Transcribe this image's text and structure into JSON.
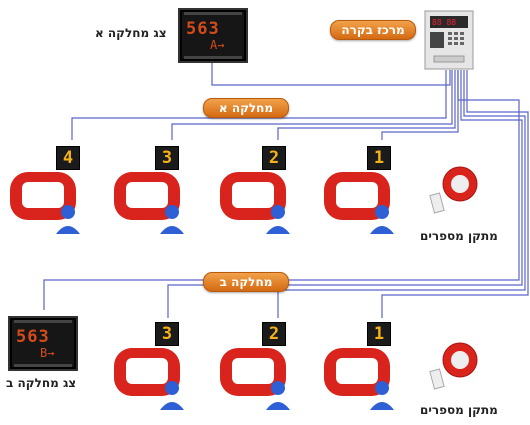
{
  "control_center": {
    "label": "מרכז בקרה"
  },
  "department_a": {
    "label": "מחלקה א",
    "display_caption": "צג מחלקה א",
    "display_digits": "563",
    "display_sub": "A→",
    "stations": [
      "4",
      "3",
      "2",
      "1"
    ],
    "dispenser_caption": "מתקן מספרים"
  },
  "department_b": {
    "label": "מחלקה ב",
    "display_caption": "צג מחלקה ב",
    "display_digits": "563",
    "display_sub": "B→",
    "stations": [
      "3",
      "2",
      "1"
    ],
    "dispenser_caption": "מתקן מספרים"
  },
  "colors": {
    "wire": "#5a63c9",
    "label_orange": "#e0801f",
    "station_red": "#d8241d",
    "number_yellow": "#f4b316"
  },
  "icons": [
    "control-unit-icon",
    "display-panel-icon",
    "station-desk-icon",
    "user-icon",
    "ticket-dispenser-icon"
  ]
}
